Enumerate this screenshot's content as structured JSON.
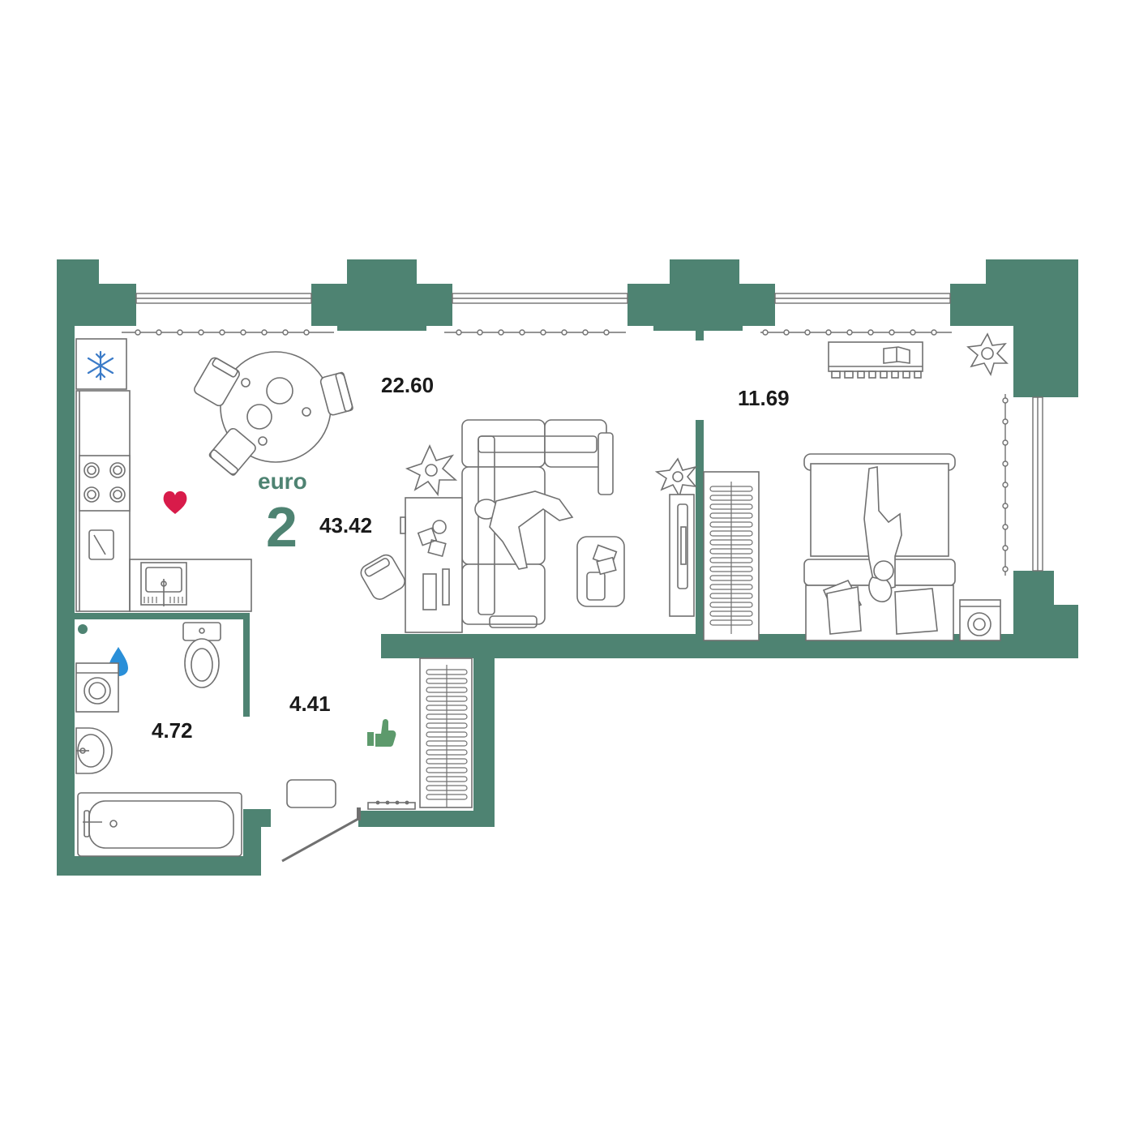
{
  "plan": {
    "type_word": "euro",
    "type_number": "2",
    "total_area": "43.42",
    "rooms": [
      {
        "id": "living-kitchen",
        "area": "22.60"
      },
      {
        "id": "bedroom",
        "area": "11.69"
      },
      {
        "id": "hall",
        "area": "4.41"
      },
      {
        "id": "bathroom",
        "area": "4.72"
      }
    ]
  },
  "colors": {
    "wall": "#4e8372",
    "heart": "#d81b4a",
    "drop": "#2a8fd8",
    "thumb": "#5d9a6c",
    "snowflake": "#3b7bc8",
    "line": "#707070"
  },
  "icons": [
    "snowflake-icon",
    "heart-icon",
    "water-drop-icon",
    "thumbs-up-icon"
  ]
}
